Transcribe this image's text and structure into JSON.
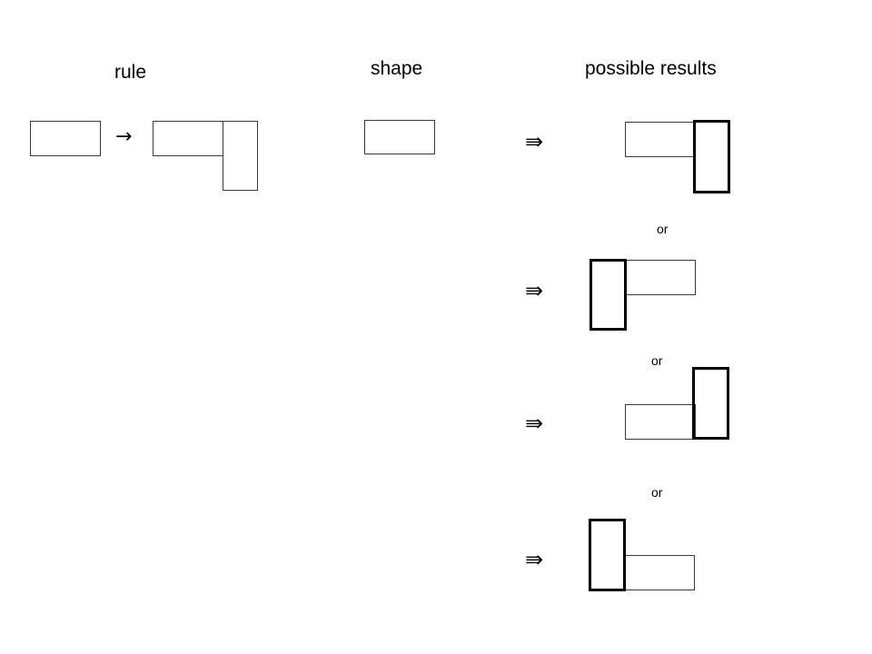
{
  "headings": {
    "rule": "rule",
    "shape": "shape",
    "results": "possible results"
  },
  "symbols": {
    "rule_arrow": "→",
    "implies": "⇛"
  },
  "separators": {
    "or_1": "or",
    "or_2": "or",
    "or_3": "or"
  }
}
